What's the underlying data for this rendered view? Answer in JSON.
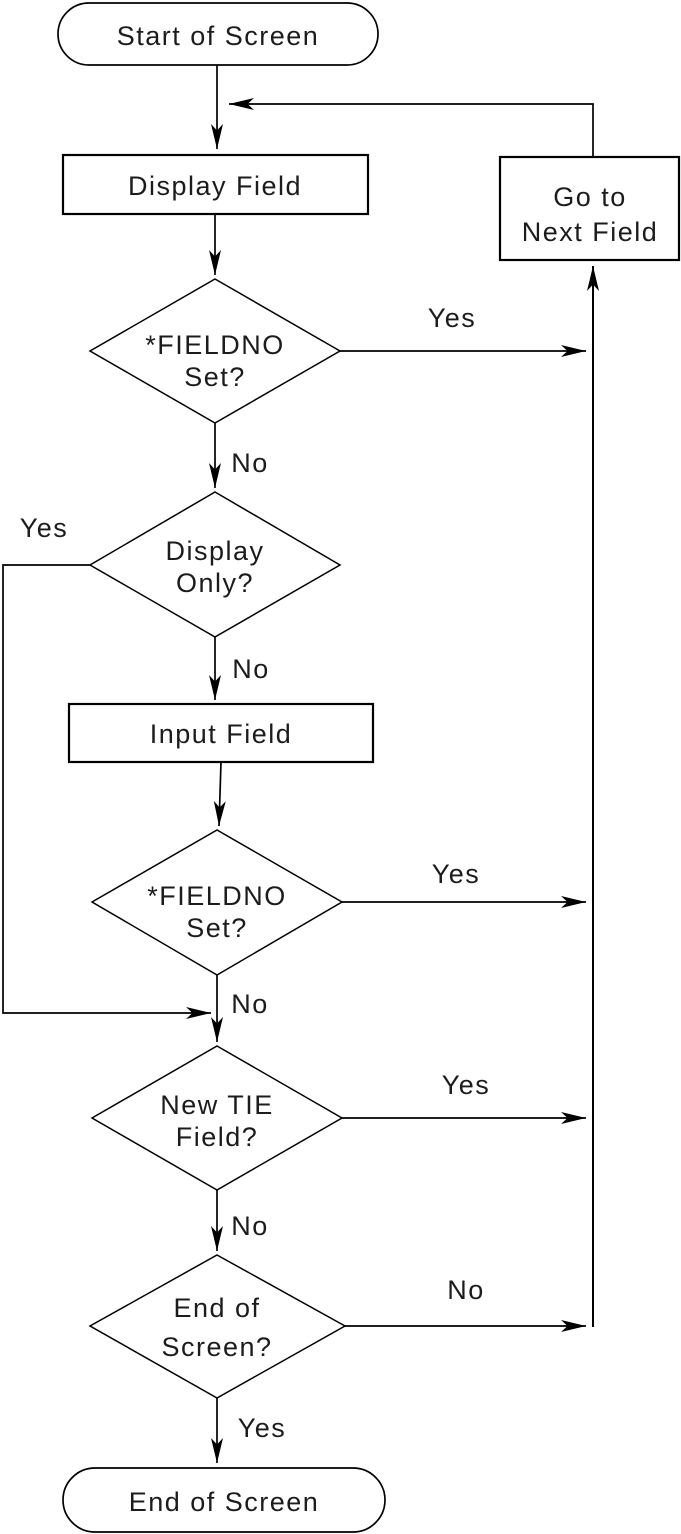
{
  "diagram": {
    "colors": {
      "line": "#000000",
      "text": "#1c1c1c",
      "background": "#ffffff"
    },
    "nodes": {
      "start": {
        "type": "terminator",
        "label": "Start of Screen"
      },
      "display_field": {
        "type": "process",
        "label": "Display Field"
      },
      "fieldno_set_1": {
        "type": "decision",
        "line1": "*FIELDNO",
        "line2": "Set?"
      },
      "display_only": {
        "type": "decision",
        "line1": "Display",
        "line2": "Only?"
      },
      "input_field": {
        "type": "process",
        "label": "Input Field"
      },
      "fieldno_set_2": {
        "type": "decision",
        "line1": "*FIELDNO",
        "line2": "Set?"
      },
      "new_tie_field": {
        "type": "decision",
        "line1": "New TIE",
        "line2": "Field?"
      },
      "end_of_screen_check": {
        "type": "decision",
        "line1": "End of",
        "line2": "Screen?"
      },
      "end": {
        "type": "terminator",
        "label": "End of Screen"
      },
      "go_to_next_field": {
        "type": "process",
        "line1": "Go to",
        "line2": "Next Field"
      }
    },
    "edge_labels": {
      "fieldno_set_1_yes": "Yes",
      "fieldno_set_1_no": "No",
      "display_only_yes": "Yes",
      "display_only_no": "No",
      "fieldno_set_2_yes": "Yes",
      "fieldno_set_2_no": "No",
      "new_tie_field_yes": "Yes",
      "new_tie_field_no": "No",
      "end_of_screen_check_no": "No",
      "end_of_screen_check_yes": "Yes"
    }
  }
}
